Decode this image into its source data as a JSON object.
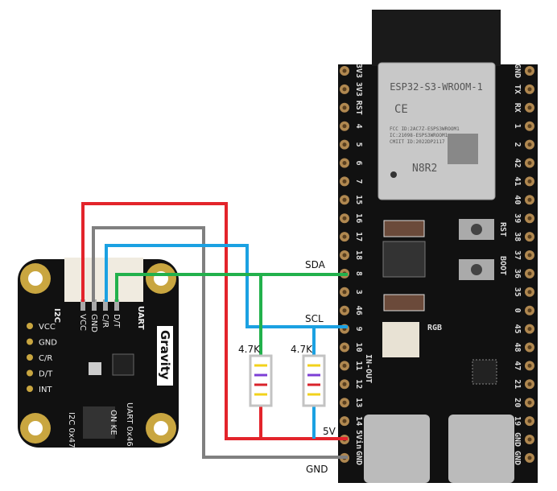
{
  "colors": {
    "vcc_wire": "#e3242b",
    "gnd_wire": "#808080",
    "scl_wire": "#1ba1e2",
    "sda_wire": "#22b14c",
    "board": "#111111",
    "module": "#c8c8c8"
  },
  "labels": {
    "sda": "SDA",
    "scl": "SCL",
    "r1": "4.7K",
    "r2": "4.7K",
    "v5": "5V",
    "gnd": "GND"
  },
  "resistor_bands": [
    "#f2d21b",
    "#7c3fd6",
    "#d9232b",
    "#f2d21b"
  ],
  "esp32": {
    "module_name": "ESP32-S3-WROOM-1",
    "ce": "CE",
    "fcc": "FCC ID:2AC7Z-ESPS3WROOM1",
    "ic": "IC:21098-ESPS3WROOM1",
    "cmiit": "CMIIT ID:2022DP2117",
    "variant": "N8R2",
    "rst": "RST",
    "boot": "BOOT",
    "rgb": "RGB",
    "in_out": "IN-OUT",
    "left_pins": [
      "3V3",
      "3V3",
      "RST",
      "4",
      "5",
      "6",
      "7",
      "15",
      "16",
      "17",
      "18",
      "8",
      "3",
      "46",
      "9",
      "10",
      "11",
      "12",
      "13",
      "14",
      "5Vin",
      "GND"
    ],
    "right_pins": [
      "GND",
      "TX",
      "RX",
      "1",
      "2",
      "42",
      "41",
      "40",
      "39",
      "38",
      "37",
      "36",
      "35",
      "0",
      "45",
      "48",
      "47",
      "21",
      "20",
      "19",
      "GND",
      "GND"
    ]
  },
  "sensor": {
    "brand": "Gravity",
    "i2c": "I2C",
    "uart": "UART",
    "header_pins": [
      "VCC",
      "GND",
      "C/R",
      "D/T"
    ],
    "side_pins": [
      "VCC",
      "GND",
      "C/R",
      "D/T",
      "INT"
    ],
    "switch_left": "I2C 0x47",
    "switch_right": "UART 0x46",
    "switch_on": "ON KE"
  }
}
